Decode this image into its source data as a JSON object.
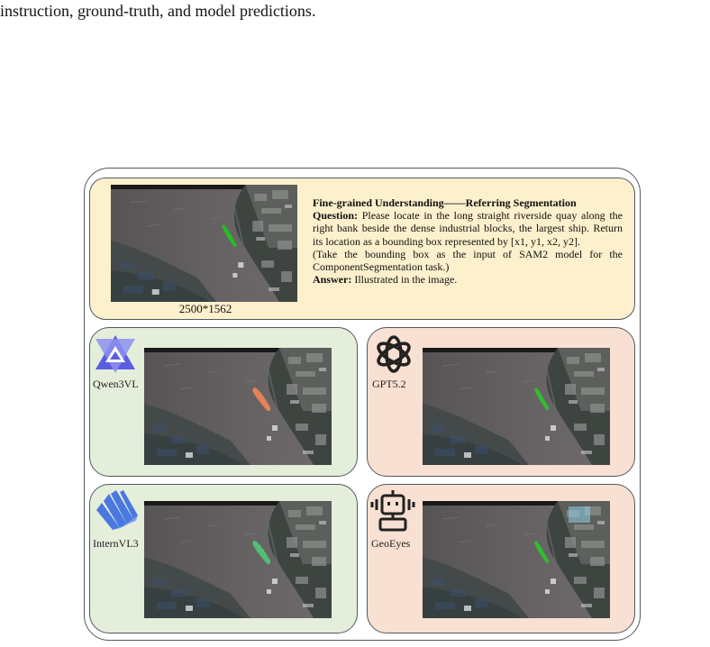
{
  "caption": "instruction, ground-truth, and model predictions.",
  "ground_truth": {
    "resolution": "2500*1562",
    "title": "Fine-grained Understanding——Referring Segmentation",
    "question_label": "Question:",
    "question": "Please locate in the long straight riverside quay along the right bank beside the dense industrial blocks, the largest ship. Return its location as a bounding box represented by [x1, y1, x2, y2].",
    "note": "(Take the bounding box as the input of SAM2 model for the ComponentSegmentation task.)",
    "answer_label": "Answer:",
    "answer": "Illustrated in the image."
  },
  "models": {
    "qwen": {
      "label": "Qwen3VL",
      "logo": "qwen-logo-icon",
      "mask_color": "#e8805a"
    },
    "gpt": {
      "label": "GPT5.2",
      "logo": "openai-logo-icon",
      "mask_color": "#2ec02e"
    },
    "intern": {
      "label": "InternVL3",
      "logo": "internvl-logo-icon",
      "mask_color": "#50c878"
    },
    "geoeyes": {
      "label": "GeoEyes",
      "logo": "robot-logo-icon",
      "mask_color": "#2ec02e"
    }
  },
  "colors": {
    "gt_panel": "#fdf0cc",
    "green_panel": "#e4eedb",
    "peach_panel": "#f8e0d2",
    "gt_mask": "#22c022"
  }
}
